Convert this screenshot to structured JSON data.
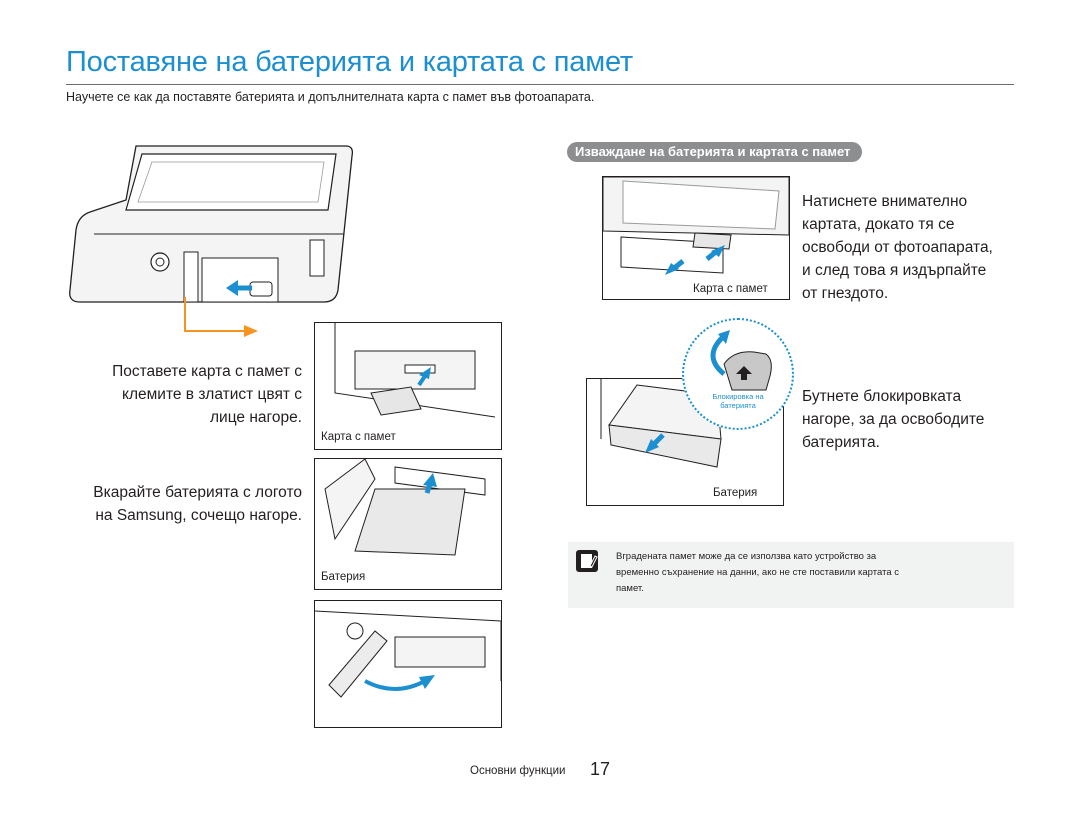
{
  "header": {
    "title": "Поставяне на батерията и картата с памет",
    "subtitle": "Научете се как да поставяте батерията и допълнителната карта с памет във фотоапарата."
  },
  "left_steps": {
    "insert_card": {
      "text_lines": [
        "Поставете карта с памет с",
        "клемите в златист цвят с",
        "лице нагоре."
      ],
      "panel_label": "Карта с памет"
    },
    "insert_battery": {
      "text_lines": [
        "Вкарайте батерията с логото",
        "на Samsung, сочещо нагоре."
      ],
      "panel_label": "Батерия"
    }
  },
  "right_section": {
    "heading": "Изваждане на батерията и картата с памет",
    "remove_card": {
      "text_lines": [
        "Натиснете внимателно",
        "картата, докато тя се",
        "освободи от фотоапарата,",
        "и след това я издърпайте",
        "от гнездото."
      ],
      "panel_label": "Карта с памет"
    },
    "remove_battery": {
      "text_lines": [
        "Бутнете блокировката",
        "нагоре, за да освободите",
        "батерията."
      ],
      "lock_label_lines": [
        "Блокировка на",
        "батерията"
      ],
      "panel_label": "Батерия"
    }
  },
  "note": {
    "icon": "note-pencil-icon",
    "lines": [
      "Вградената памет може да се използва като устройство за",
      "временно съхранение на данни, ако не сте поставили картата с",
      "памет."
    ]
  },
  "footer": {
    "section": "Основни функции",
    "page": "17"
  },
  "colors": {
    "accent": "#1c8fd0",
    "badge": "#8d8e90",
    "note_bg": "#f1f2f2",
    "arrow_orange": "#f7931e"
  }
}
